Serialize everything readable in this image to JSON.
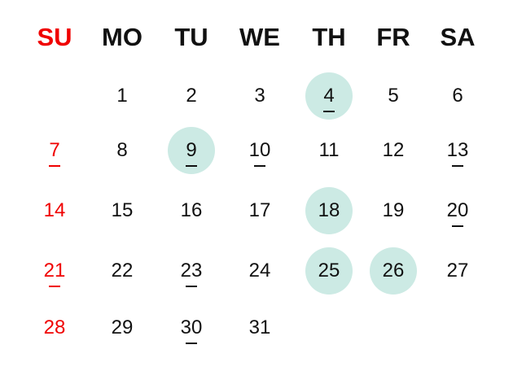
{
  "weekdays": [
    "SU",
    "MO",
    "TU",
    "WE",
    "TH",
    "FR",
    "SA"
  ],
  "weeks": [
    [
      null,
      1,
      2,
      3,
      4,
      5,
      6
    ],
    [
      7,
      8,
      9,
      10,
      11,
      12,
      13
    ],
    [
      14,
      15,
      16,
      17,
      18,
      19,
      20
    ],
    [
      21,
      22,
      23,
      24,
      25,
      26,
      27
    ],
    [
      28,
      29,
      30,
      31,
      null,
      null,
      null
    ]
  ],
  "highlighted_days": [
    4,
    9,
    18,
    25,
    26
  ],
  "underlined_days": [
    4,
    7,
    9,
    10,
    13,
    20,
    21,
    23,
    30
  ],
  "colors": {
    "sunday": "#f00000",
    "text": "#111111",
    "highlight": "#cceae4"
  }
}
